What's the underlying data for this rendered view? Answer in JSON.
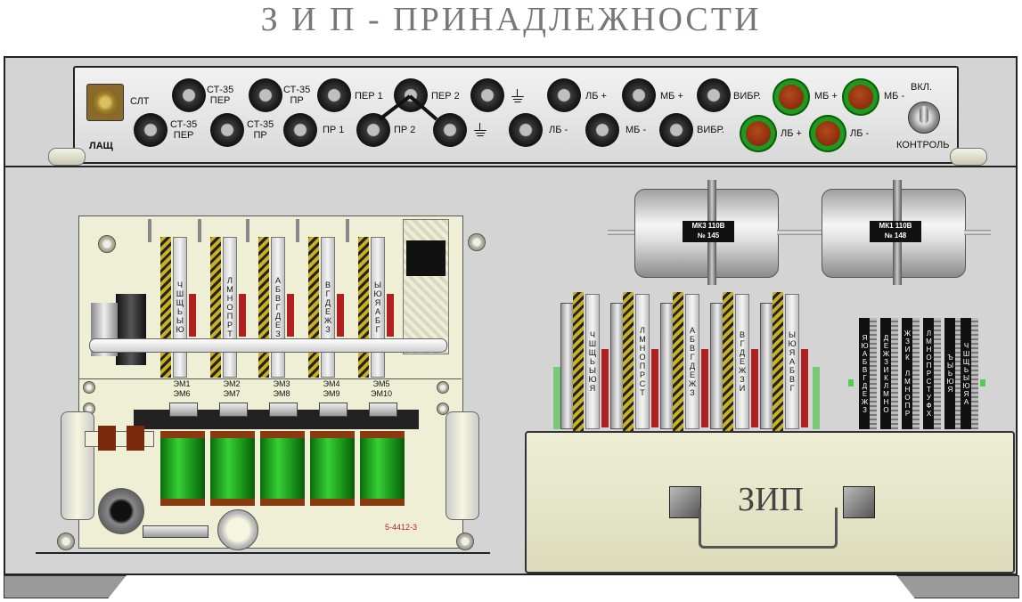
{
  "title": "З И П  -  ПРИНАДЛЕЖНОСТИ",
  "control_panel": {
    "connector_label": "СЛТ",
    "bottom_left_label": "ЛАЩ",
    "row1": [
      {
        "label": "СТ-35\nПЕР"
      },
      {
        "label": "СТ-35\nПР"
      },
      {
        "label": "ПЕР 1"
      },
      {
        "label": "ПЕР 2"
      },
      {
        "label": "ЛБ +"
      },
      {
        "label": "МБ +"
      },
      {
        "label": "ВИБР."
      }
    ],
    "row2": [
      {
        "label": "СТ-35\nПЕР"
      },
      {
        "label": "СТ-35\nПР"
      },
      {
        "label": "ПР 1"
      },
      {
        "label": "ПР 2"
      },
      {
        "label": "ЛБ -"
      },
      {
        "label": "МБ -"
      },
      {
        "label": "ВИБР."
      }
    ],
    "battery_sockets": {
      "mb_plus": "МБ +",
      "mb_minus": "МБ -",
      "lb_plus": "ЛБ +",
      "lb_minus": "ЛБ -"
    },
    "switch": {
      "on_label": "ВКЛ.",
      "label": "КОНТРОЛЬ"
    }
  },
  "mechanism": {
    "wheels": [
      {
        "letters": "ЧШЩЬЫЮ"
      },
      {
        "letters": "ЛМНОПРТ"
      },
      {
        "letters": "АБВГДЕЗ"
      },
      {
        "letters": "ВГДЕЖЗ"
      },
      {
        "letters": "ЫЮЯАБГ"
      }
    ],
    "electromagnets": [
      "ЭМ1\nЭМ6",
      "ЭМ2\nЭМ7",
      "ЭМ3\nЭМ8",
      "ЭМ4\nЭМ9",
      "ЭМ5\nЭМ10"
    ],
    "part_number": "5-4412-3"
  },
  "motors": [
    {
      "model": "МК3 110В",
      "number": "№ 145"
    },
    {
      "model": "МК1 110В",
      "number": "№ 148"
    }
  ],
  "spare_wheels": [
    "ЧШЩЬЫЮЯ",
    "ЛМНОПРСТ",
    "АБВГДЕЖЗ",
    "ВГДЕЖЗИ",
    "ЫЮЯАБВГ"
  ],
  "spare_tapes": [
    "ЯЮАБВГДЕЖЗ",
    "ДЕЖЗИКЛМНО",
    "ЖЗИК ЛМНОПР",
    "ЛМНОПРСТУФХ",
    "ЪЫЬЮЯ",
    "ЧШЩЬЫЮЯА"
  ],
  "zip_box": {
    "label": "ЗИП"
  }
}
